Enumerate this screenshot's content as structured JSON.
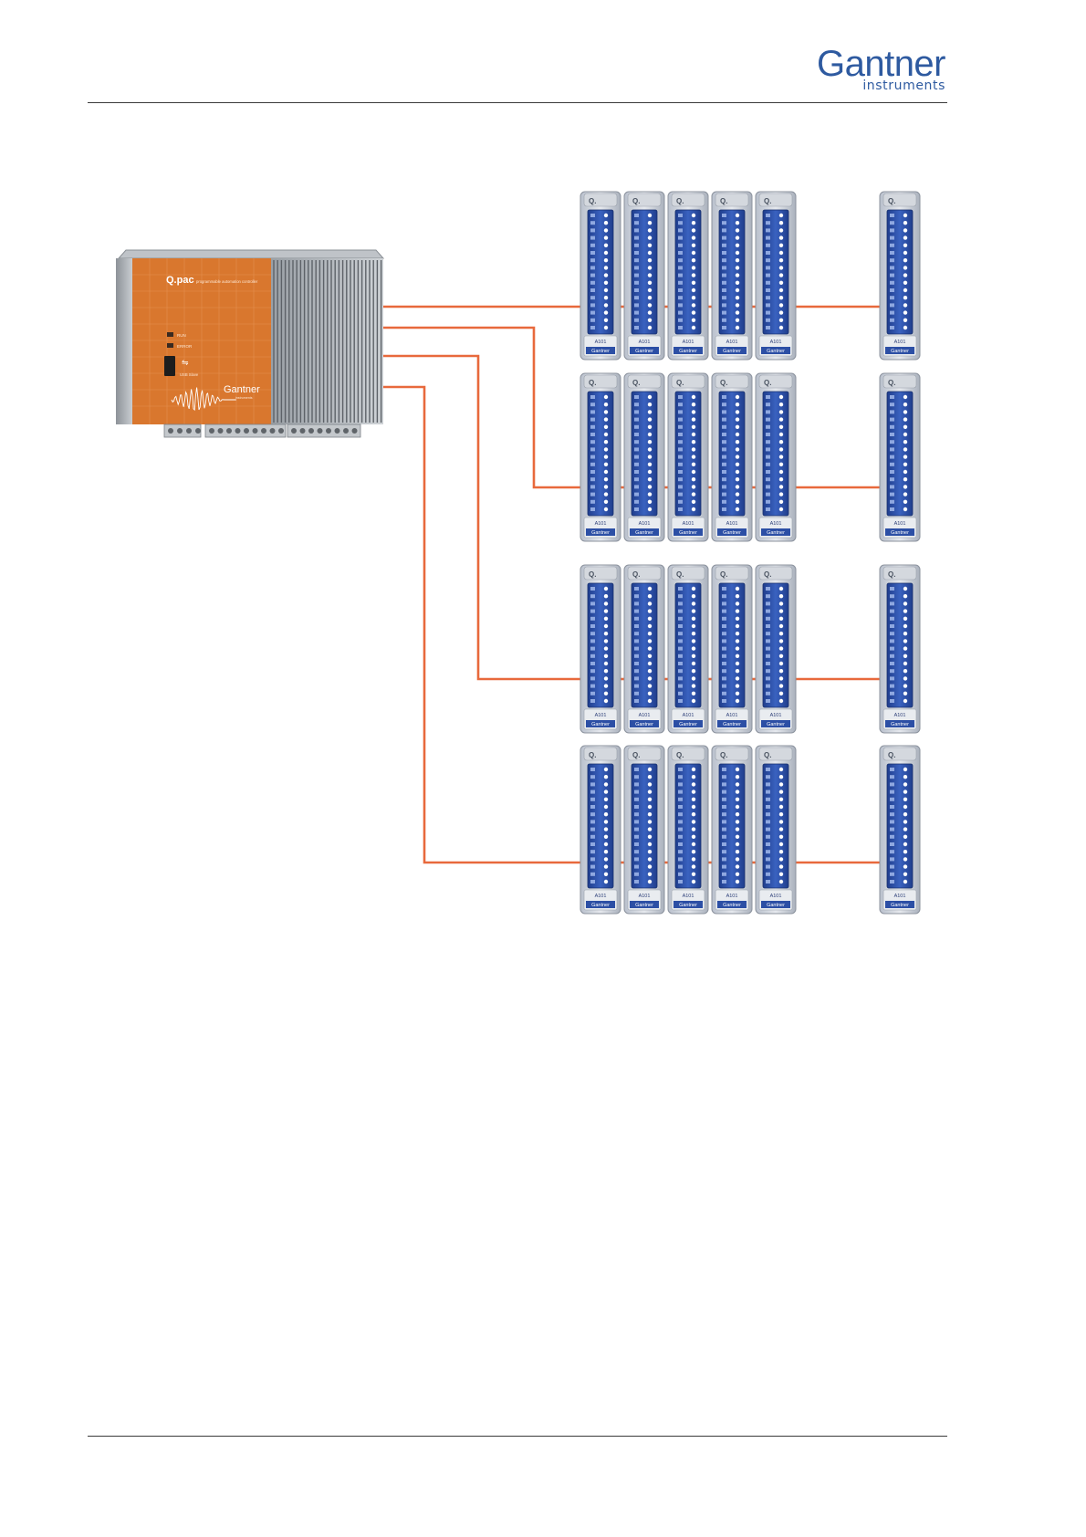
{
  "header": {
    "logo_main": "Gantner",
    "logo_sub": "instruments"
  },
  "controller": {
    "brand": "Q.pac",
    "subtitle": "programmable automation controller",
    "led_labels": [
      "RUN",
      "ERROR"
    ],
    "usb_label": "USB Slave",
    "maker": "Gantner",
    "maker_sub": "instruments"
  },
  "module": {
    "brand": "Q.",
    "type": "A101",
    "maker": "Gantner"
  },
  "layout_info": {
    "rows": 4,
    "modules_per_row": 6
  },
  "colors": {
    "wire": "#e8693c",
    "controller_orange": "#d9772e",
    "module_blue": "#2c4fa5",
    "brand": "#2e5aa0"
  }
}
